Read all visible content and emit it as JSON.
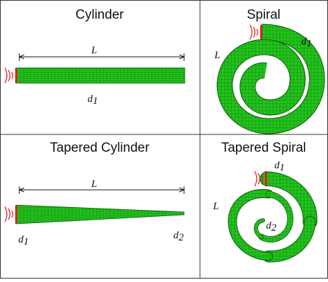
{
  "panels": {
    "cylinder": {
      "title": "Cylinder",
      "length_label": "L",
      "diameter_label": "d",
      "diameter_sub": "1"
    },
    "spiral": {
      "title": "Spiral",
      "length_label": "L",
      "diameter_label": "d",
      "diameter_sub": "1"
    },
    "tapered_cylinder": {
      "title": "Tapered Cylinder",
      "length_label": "L",
      "start_label": "d",
      "start_sub": "1",
      "end_label": "d",
      "end_sub": "2"
    },
    "tapered_spiral": {
      "title": "Tapered Spiral",
      "length_label": "L",
      "start_label": "d",
      "start_sub": "1",
      "end_label": "d",
      "end_sub": "2"
    }
  },
  "colors": {
    "rod": "#22c21c",
    "mesh": "#0a5a0a",
    "actuator": "#e02020",
    "frame": "#333333"
  },
  "icons": [
    "actuator-wave-icon"
  ]
}
